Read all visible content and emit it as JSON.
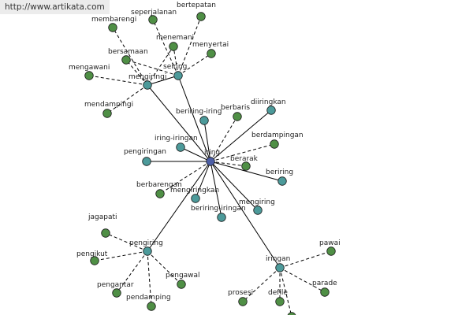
{
  "source_url": "http://www.artikata.com",
  "colors": {
    "root": "#4c5ea6",
    "primary": "#4c9a9a",
    "leaf": "#4f8f45"
  },
  "graph": {
    "root": "iring",
    "nodes": [
      {
        "id": "iring",
        "label": "iring",
        "kind": "root"
      },
      {
        "id": "mengiringi",
        "label": "mengiringi",
        "kind": "primary"
      },
      {
        "id": "seiring",
        "label": "seiring",
        "kind": "primary"
      },
      {
        "id": "beriring-iring",
        "label": "beriring-iring",
        "kind": "primary"
      },
      {
        "id": "iring-iringan",
        "label": "iring-iringan",
        "kind": "primary"
      },
      {
        "id": "pengiringan",
        "label": "pengiringan",
        "kind": "primary"
      },
      {
        "id": "diiringkan",
        "label": "diiringkan",
        "kind": "primary"
      },
      {
        "id": "beriring",
        "label": "beriring",
        "kind": "primary"
      },
      {
        "id": "mengiring",
        "label": "mengiring",
        "kind": "primary"
      },
      {
        "id": "beriring-iringan",
        "label": "beriring-iringan",
        "kind": "primary"
      },
      {
        "id": "mengiringkan",
        "label": "mengiringkan",
        "kind": "primary"
      },
      {
        "id": "pengiring",
        "label": "pengiring",
        "kind": "primary"
      },
      {
        "id": "iringan",
        "label": "iringan",
        "kind": "primary"
      },
      {
        "id": "membarengi",
        "label": "membarengi",
        "kind": "leaf"
      },
      {
        "id": "seperjalanan",
        "label": "seperjalanan",
        "kind": "leaf"
      },
      {
        "id": "bertepatan",
        "label": "bertepatan",
        "kind": "leaf"
      },
      {
        "id": "menemani",
        "label": "menemani",
        "kind": "leaf"
      },
      {
        "id": "menyertai",
        "label": "menyertai",
        "kind": "leaf"
      },
      {
        "id": "bersamaan",
        "label": "bersamaan",
        "kind": "leaf"
      },
      {
        "id": "mengawani",
        "label": "mengawani",
        "kind": "leaf"
      },
      {
        "id": "mendampingi",
        "label": "mendampingi",
        "kind": "leaf"
      },
      {
        "id": "berbaris",
        "label": "berbaris",
        "kind": "leaf"
      },
      {
        "id": "berdampingan",
        "label": "berdampingan",
        "kind": "leaf"
      },
      {
        "id": "berarak",
        "label": "berarak",
        "kind": "leaf"
      },
      {
        "id": "berbarengan",
        "label": "berbarengan",
        "kind": "leaf"
      },
      {
        "id": "jagapati",
        "label": "jagapati",
        "kind": "leaf"
      },
      {
        "id": "pengikut",
        "label": "pengikut",
        "kind": "leaf"
      },
      {
        "id": "pengantar",
        "label": "pengantar",
        "kind": "leaf"
      },
      {
        "id": "pendamping",
        "label": "pendamping",
        "kind": "leaf"
      },
      {
        "id": "pengawal",
        "label": "pengawal",
        "kind": "leaf"
      },
      {
        "id": "pawai",
        "label": "pawai",
        "kind": "leaf"
      },
      {
        "id": "parade",
        "label": "parade",
        "kind": "leaf"
      },
      {
        "id": "prosesi",
        "label": "prosesi",
        "kind": "leaf"
      },
      {
        "id": "defile",
        "label": "defile",
        "kind": "leaf"
      },
      {
        "id": "offscreen-leaf",
        "label": "",
        "kind": "leaf"
      }
    ],
    "edges": [
      {
        "from": "iring",
        "to": "mengiringi",
        "style": "solid"
      },
      {
        "from": "iring",
        "to": "seiring",
        "style": "solid"
      },
      {
        "from": "iring",
        "to": "beriring-iring",
        "style": "solid"
      },
      {
        "from": "iring",
        "to": "iring-iringan",
        "style": "solid"
      },
      {
        "from": "iring",
        "to": "pengiringan",
        "style": "solid"
      },
      {
        "from": "iring",
        "to": "diiringkan",
        "style": "solid"
      },
      {
        "from": "iring",
        "to": "beriring",
        "style": "solid"
      },
      {
        "from": "iring",
        "to": "mengiring",
        "style": "solid"
      },
      {
        "from": "iring",
        "to": "beriring-iringan",
        "style": "solid"
      },
      {
        "from": "iring",
        "to": "mengiringkan",
        "style": "solid"
      },
      {
        "from": "iring",
        "to": "pengiring",
        "style": "solid"
      },
      {
        "from": "iring",
        "to": "iringan",
        "style": "solid"
      },
      {
        "from": "iring",
        "to": "berbaris",
        "style": "dashed"
      },
      {
        "from": "iring",
        "to": "berdampingan",
        "style": "dashed"
      },
      {
        "from": "iring",
        "to": "berarak",
        "style": "dashed"
      },
      {
        "from": "iring",
        "to": "berbarengan",
        "style": "dashed"
      },
      {
        "from": "seiring",
        "to": "mengiringi",
        "style": "solid"
      },
      {
        "from": "mengiringi",
        "to": "membarengi",
        "style": "dashed"
      },
      {
        "from": "mengiringi",
        "to": "bersamaan",
        "style": "dashed"
      },
      {
        "from": "mengiringi",
        "to": "mengawani",
        "style": "dashed"
      },
      {
        "from": "mengiringi",
        "to": "mendampingi",
        "style": "dashed"
      },
      {
        "from": "mengiringi",
        "to": "menemani",
        "style": "dashed"
      },
      {
        "from": "seiring",
        "to": "seperjalanan",
        "style": "dashed"
      },
      {
        "from": "seiring",
        "to": "bertepatan",
        "style": "dashed"
      },
      {
        "from": "seiring",
        "to": "menemani",
        "style": "dashed"
      },
      {
        "from": "seiring",
        "to": "menyertai",
        "style": "dashed"
      },
      {
        "from": "seiring",
        "to": "bersamaan",
        "style": "dashed"
      },
      {
        "from": "pengiring",
        "to": "jagapati",
        "style": "dashed"
      },
      {
        "from": "pengiring",
        "to": "pengikut",
        "style": "dashed"
      },
      {
        "from": "pengiring",
        "to": "pengantar",
        "style": "dashed"
      },
      {
        "from": "pengiring",
        "to": "pendamping",
        "style": "dashed"
      },
      {
        "from": "pengiring",
        "to": "pengawal",
        "style": "dashed"
      },
      {
        "from": "iringan",
        "to": "pawai",
        "style": "dashed"
      },
      {
        "from": "iringan",
        "to": "parade",
        "style": "dashed"
      },
      {
        "from": "iringan",
        "to": "prosesi",
        "style": "dashed"
      },
      {
        "from": "iringan",
        "to": "defile",
        "style": "dashed"
      },
      {
        "from": "iringan",
        "to": "offscreen-leaf",
        "style": "dashed"
      }
    ]
  }
}
